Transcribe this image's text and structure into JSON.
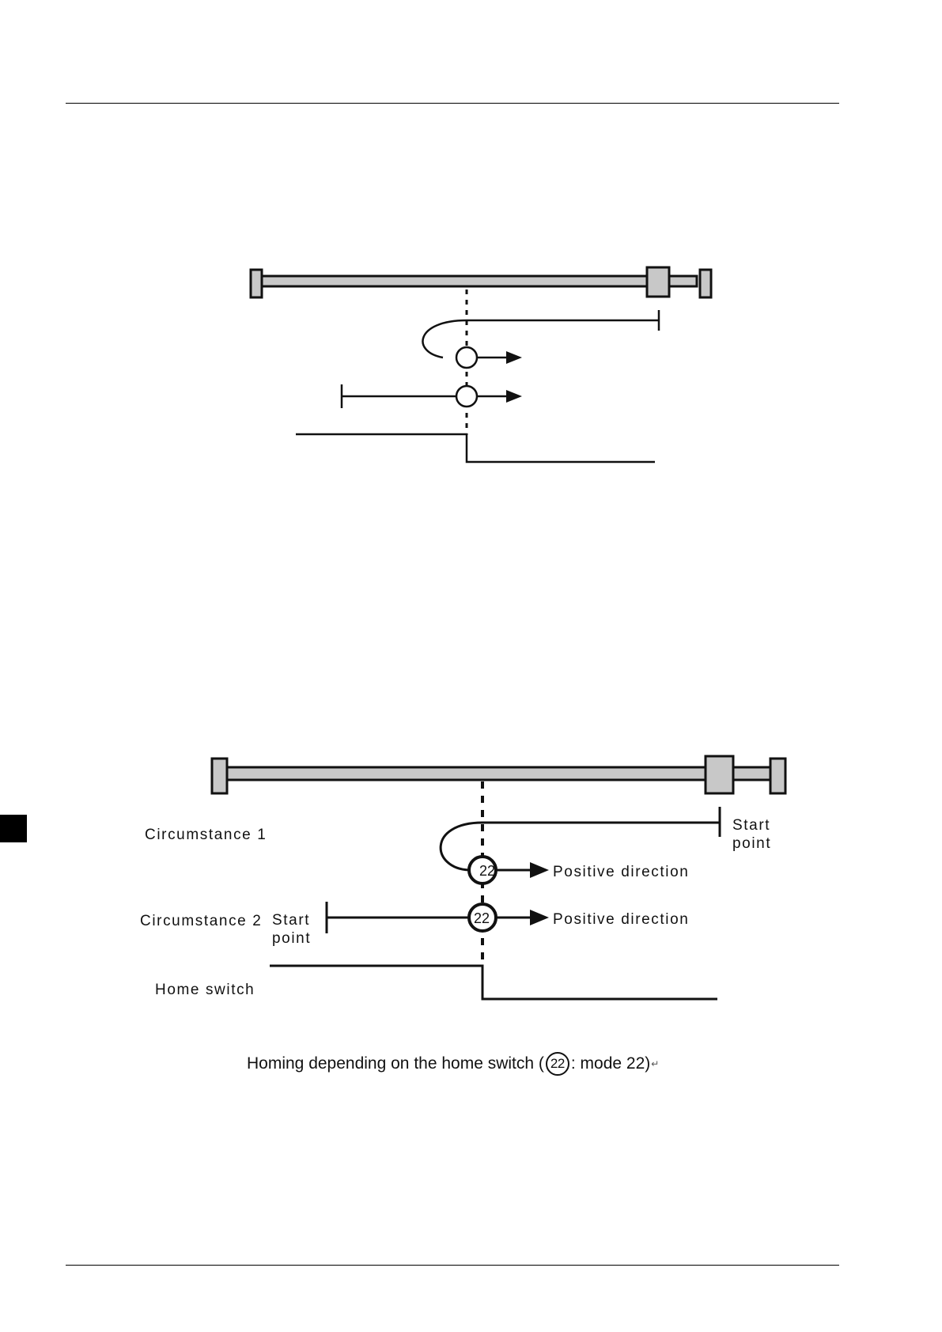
{
  "diagram_top": {
    "markers": [
      "",
      ""
    ]
  },
  "diagram_bottom": {
    "circumstance_1": "Circumstance 1",
    "circumstance_2": "Circumstance 2",
    "home_switch": "Home switch",
    "start_point_1": [
      "Start",
      "point"
    ],
    "start_point_2": [
      "Start",
      "point"
    ],
    "direction_1": "Positive direction",
    "direction_2": "Positive direction",
    "mode_marker": "22"
  },
  "caption": {
    "prefix": "Homing depending on the home switch (",
    "mode_symbol": "22",
    "suffix": ": mode 22)",
    "return_mark": "↵"
  }
}
